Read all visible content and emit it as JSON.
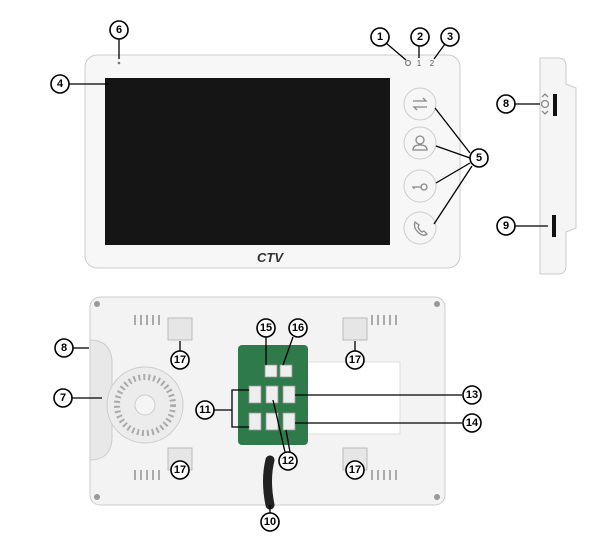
{
  "front": {
    "logo": "CTV",
    "led_labels": [
      "1",
      "2"
    ]
  },
  "callouts": {
    "c1": "1",
    "c2": "2",
    "c3": "3",
    "c4": "4",
    "c5": "5",
    "c6": "6",
    "c7": "7",
    "c8_side": "8",
    "c8_back": "8",
    "c9": "9",
    "c10": "10",
    "c11": "11",
    "c12": "12",
    "c13": "13",
    "c14": "14",
    "c15": "15",
    "c16": "16",
    "c17a": "17",
    "c17b": "17",
    "c17c": "17",
    "c17d": "17"
  },
  "icons": [
    "switch-arrows-icon",
    "user-icon",
    "key-icon",
    "phone-handset-icon",
    "power-led-icon",
    "settings-joystick-icon"
  ]
}
